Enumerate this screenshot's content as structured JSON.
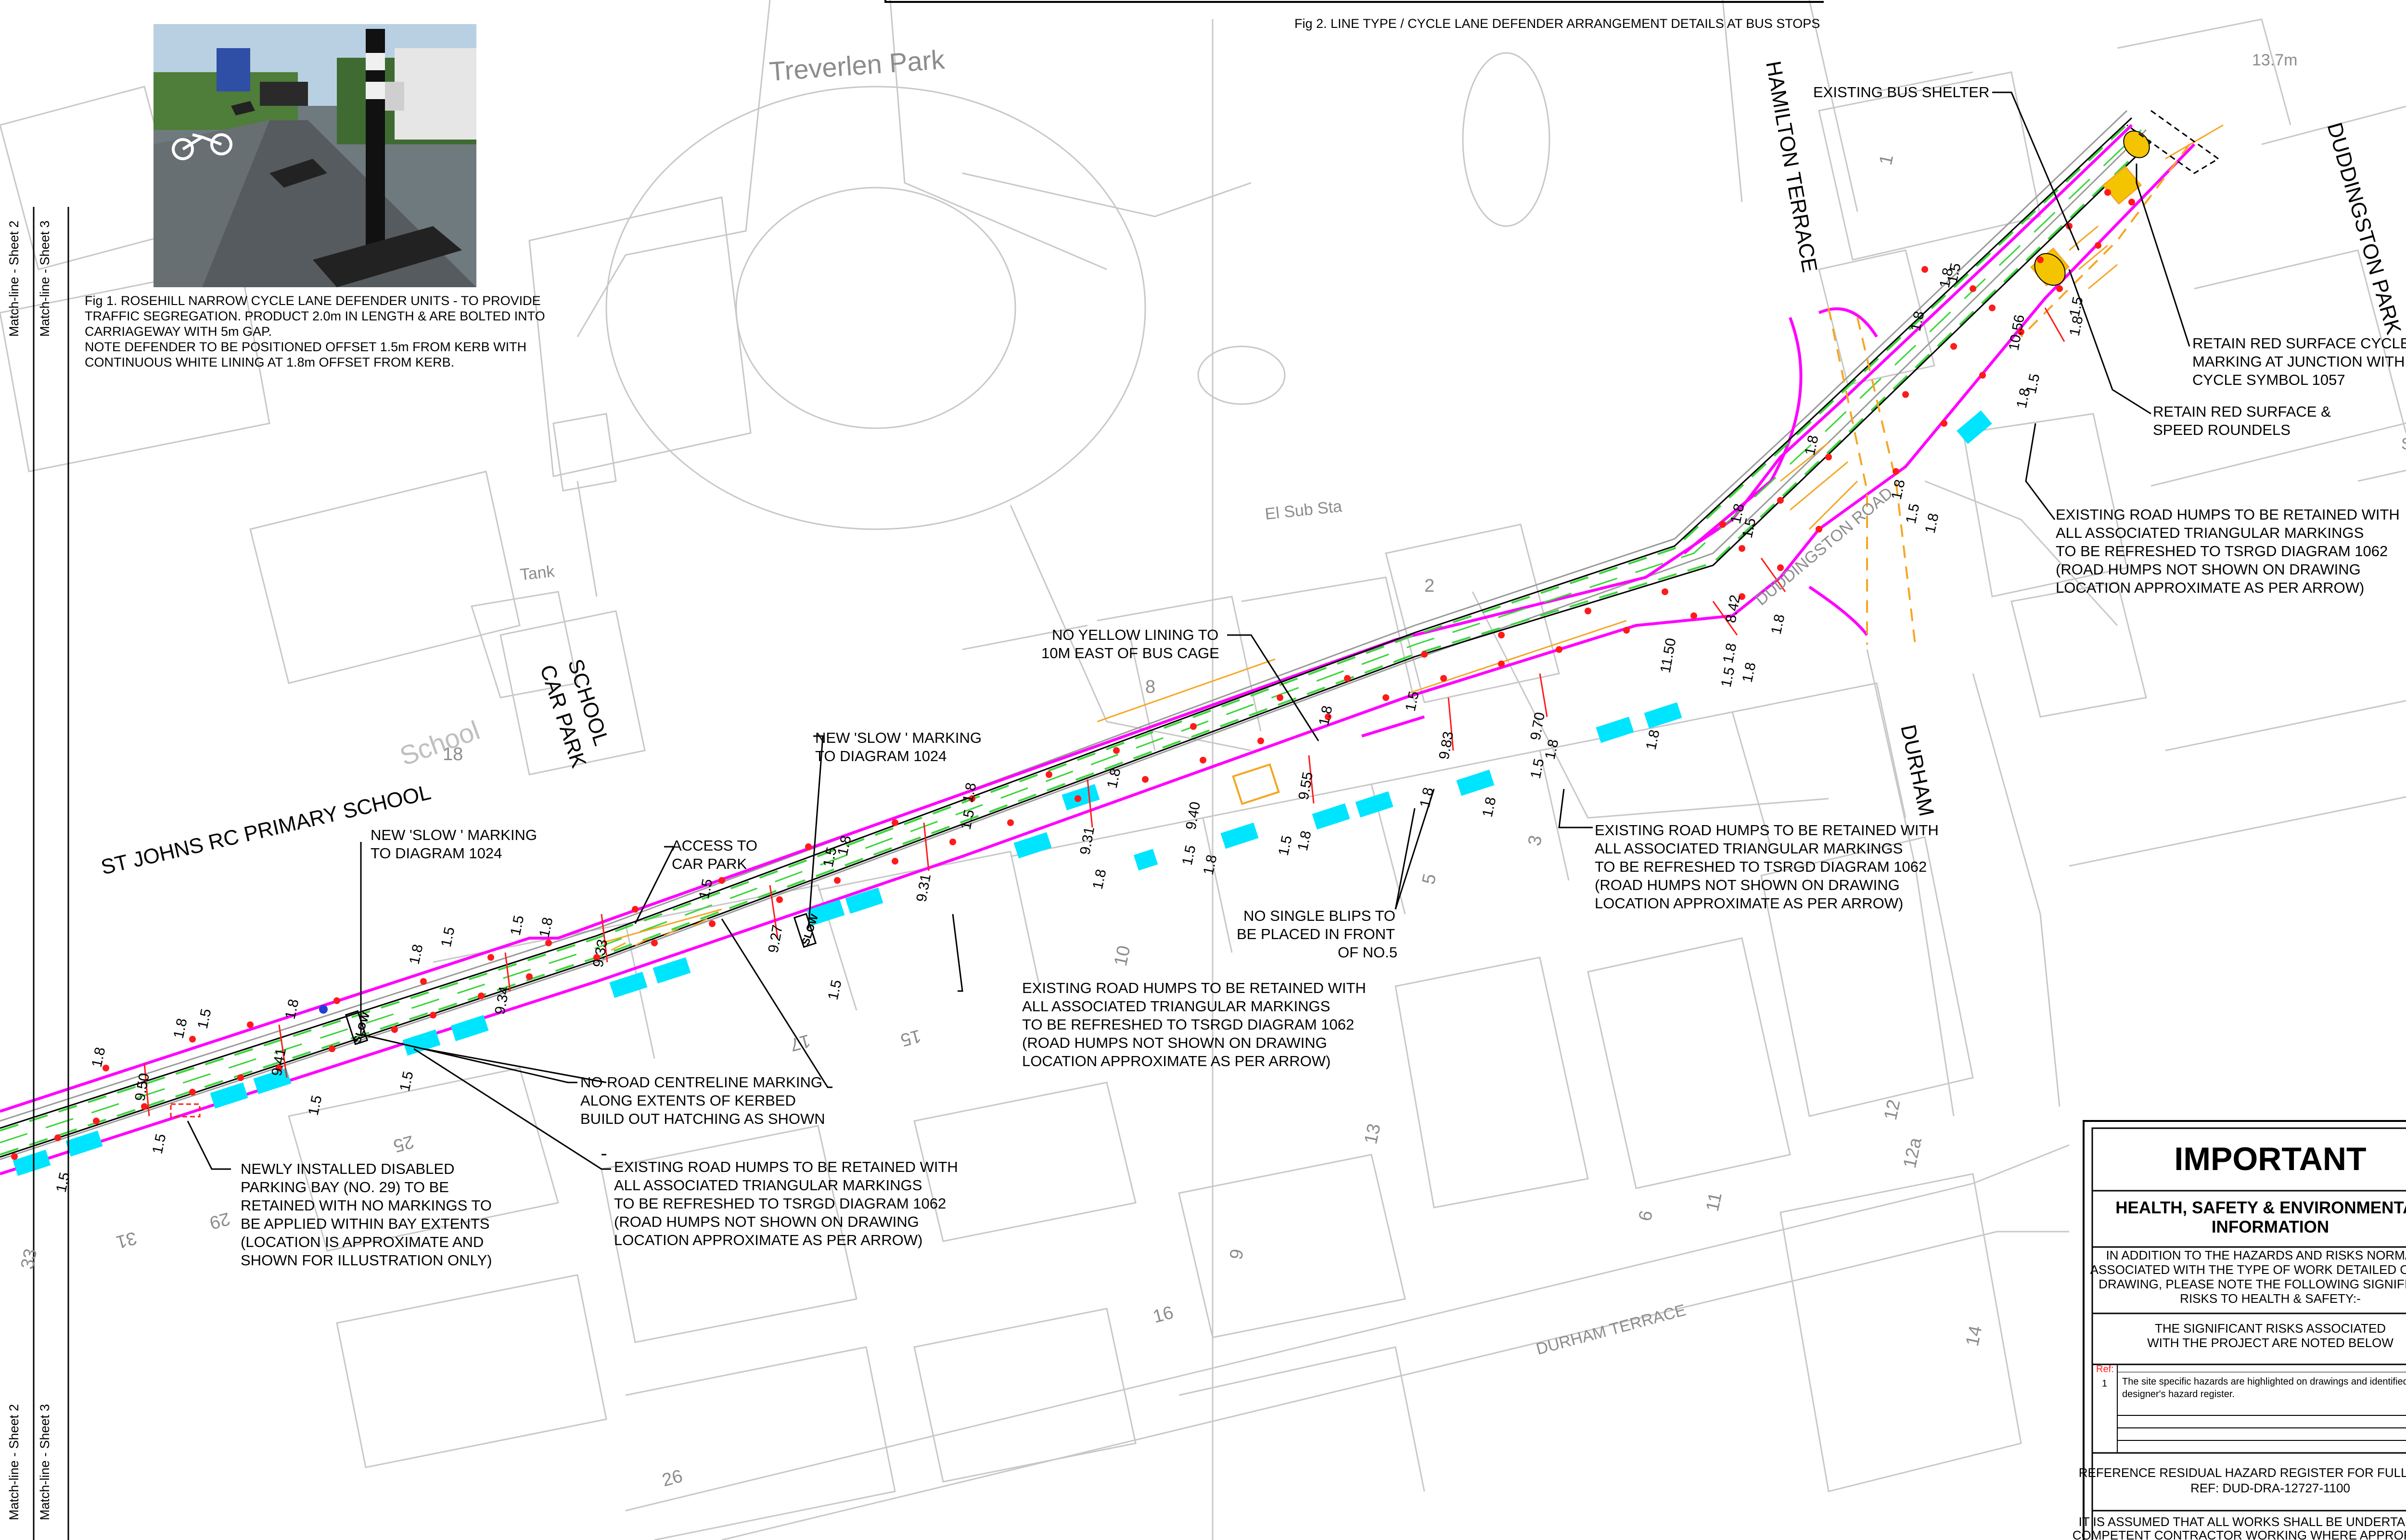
{
  "header": {
    "fig2_caption": "Fig 2. LINE TYPE / CYCLE LANE DEFENDER ARRANGEMENT DETAILS AT BUS STOPS"
  },
  "fig1": {
    "caption_lines": [
      "Fig 1. ROSEHILL NARROW CYCLE LANE DEFENDER UNITS - TO PROVIDE",
      "TRAFFIC SEGREGATION. PRODUCT 2.0m IN LENGTH & ARE BOLTED INTO",
      "CARRIAGEWAY WITH 5m GAP.",
      "NOTE DEFENDER TO BE POSITIONED OFFSET 1.5m FROM KERB WITH",
      "CONTINUOUS WHITE LINING AT 1.8m OFFSET FROM KERB."
    ]
  },
  "matchlines": {
    "left_top_a": "Match-line - Sheet 2",
    "left_top_b": "Match-line - Sheet 3",
    "left_bottom_a": "Match-line - Sheet 2",
    "left_bottom_b": "Match-line - Sheet 3"
  },
  "places": {
    "treverlen_park": "Treverlen Park",
    "el_sub_sta": "El Sub Sta",
    "tank": "Tank",
    "level": "13.7m",
    "shelter": "Shelte",
    "school_faint": "School"
  },
  "streets": {
    "hamilton_terrace": "HAMILTON TERRACE",
    "duddingston_park": "DUDDINGSTON PARK",
    "durham": "DURHAM",
    "durham_terrace": "DURHAM TERRACE",
    "duddingston_road": "DUDDINGSTON ROAD",
    "school_car_park_1": "SCHOOL",
    "school_car_park_2": "CAR PARK",
    "st_johns": "ST JOHNS RC PRIMARY SCHOOL"
  },
  "house_numbers": [
    "1",
    "2",
    "3",
    "5",
    "6",
    "8",
    "9",
    "10",
    "11",
    "12",
    "12a",
    "13",
    "14",
    "15",
    "16",
    "17",
    "18",
    "25",
    "26",
    "29",
    "31",
    "33"
  ],
  "annotations": {
    "bus_shelter": "EXISTING BUS SHELTER",
    "retain_red_cycle": [
      "RETAIN RED SURFACE CYCLE",
      "MARKING AT JUNCTION WITH",
      "CYCLE SYMBOL 1057"
    ],
    "retain_red_speed": [
      "RETAIN RED SURFACE &",
      "SPEED ROUNDELS"
    ],
    "humps_ne": [
      "EXISTING ROAD HUMPS TO BE RETAINED WITH",
      "ALL ASSOCIATED TRIANGULAR MARKINGS",
      "TO BE REFRESHED TO TSRGD DIAGRAM 1062",
      "(ROAD HUMPS NOT SHOWN ON DRAWING",
      "LOCATION APPROXIMATE AS PER ARROW)"
    ],
    "humps_e": [
      "EXISTING ROAD HUMPS TO BE RETAINED WITH",
      "ALL ASSOCIATED TRIANGULAR MARKINGS",
      "TO BE REFRESHED TO TSRGD DIAGRAM 1062",
      "(ROAD HUMPS NOT SHOWN ON DRAWING",
      "LOCATION APPROXIMATE AS PER ARROW)"
    ],
    "humps_c": [
      "EXISTING ROAD HUMPS TO BE RETAINED WITH",
      "ALL ASSOCIATED TRIANGULAR MARKINGS",
      "TO BE REFRESHED TO TSRGD DIAGRAM 1062",
      "(ROAD HUMPS NOT SHOWN ON DRAWING",
      "LOCATION APPROXIMATE AS PER ARROW)"
    ],
    "humps_w": [
      "EXISTING ROAD HUMPS TO BE RETAINED WITH",
      "ALL ASSOCIATED TRIANGULAR MARKINGS",
      "TO BE REFRESHED TO TSRGD DIAGRAM 1062",
      "(ROAD HUMPS NOT SHOWN ON DRAWING",
      "LOCATION APPROXIMATE AS PER ARROW)"
    ],
    "no_yellow": [
      "NO YELLOW LINING TO",
      "10M EAST OF BUS CAGE"
    ],
    "no_single_blips": [
      "NO SINGLE BLIPS TO",
      "BE PLACED IN FRONT",
      "OF NO.5"
    ],
    "slow_1": [
      "NEW 'SLOW ' MARKING",
      "TO DIAGRAM 1024"
    ],
    "slow_2": [
      "NEW 'SLOW ' MARKING",
      "TO DIAGRAM 1024"
    ],
    "access": [
      "ACCESS TO",
      "CAR PARK"
    ],
    "no_centreline": [
      "NO ROAD CENTRELINE MARKING",
      "ALONG EXTENTS OF KERBED",
      "BUILD OUT HATCHING AS SHOWN"
    ],
    "disabled_bay": [
      "NEWLY INSTALLED DISABLED",
      "PARKING BAY (NO. 29) TO BE",
      "RETAINED WITH NO MARKINGS TO",
      "BE APPLIED WITHIN BAY EXTENTS",
      "(LOCATION IS APPROXIMATE AND",
      "SHOWN FOR ILLUSTRATION ONLY)"
    ]
  },
  "dimensions": {
    "widths": [
      "9.50",
      "9.41",
      "9.34",
      "9.33",
      "9.27",
      "9.31",
      "9.31",
      "9.40",
      "9.55",
      "9.83",
      "9.70",
      "11.50",
      "8.42",
      "10.56"
    ],
    "offsets": [
      "1.8",
      "1.5"
    ]
  },
  "slow_marking": "SLOW",
  "important_panel": {
    "title": "IMPORTANT",
    "subtitle_1": "HEALTH, SAFETY & ENVIRONMENTAL",
    "subtitle_2": "INFORMATION",
    "intro": [
      "IN ADDITION TO THE HAZARDS AND RISKS NORMALLY",
      "ASSOCIATED WITH THE TYPE OF WORK DETAILED ON THIS",
      "DRAWING, PLEASE NOTE THE FOLLOWING SIGNIFICANT",
      "RISKS TO HEALTH & SAFETY:-"
    ],
    "significant": [
      "THE SIGNIFICANT RISKS ASSOCIATED",
      "WITH THE PROJECT ARE NOTED BELOW"
    ],
    "ref_label": "Ref:",
    "row_number": "1",
    "row_text": [
      "The site specific hazards are highlighted on drawings and identified in",
      "designer's hazard register."
    ],
    "reference": [
      "REFERENCE RESIDUAL HAZARD REGISTER FOR FULL DETAILS",
      "REF: DUD-DRA-12727-1100"
    ],
    "assumption": [
      "IT IS ASSUMED THAT ALL WORKS SHALL BE UNDERTAKEN BY A",
      "COMPETENT CONTRACTOR WORKING WHERE APPROPRIATE TO"
    ]
  },
  "colors": {
    "kerb_magenta": "#ff00ff",
    "defender_cyan": "#00e5ff",
    "cycle_green": "#3ad43a",
    "hatch_orange": "#f5a623",
    "marker_red": "#ff1a1a",
    "base_grey": "#c8c8c8"
  }
}
